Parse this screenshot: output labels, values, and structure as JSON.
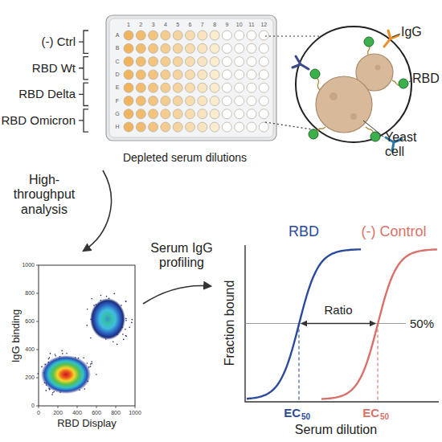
{
  "diagram": {
    "labels": [
      "(-) Ctrl",
      "RBD Wt",
      "RBD Delta",
      "RBD Omicron",
      "1",
      "2",
      "3",
      "4",
      "5",
      "6",
      "7",
      "8",
      "9",
      "10",
      "11",
      "12",
      "A",
      "B",
      "C",
      "D",
      "E",
      "F",
      "G",
      "H",
      "Depleted serum dilutions",
      "IgG",
      "RBD",
      "Yeast cell",
      "High-throughput analysis",
      "IgG binding",
      "RBD Display",
      "0",
      "200",
      "400",
      "600",
      "800",
      "1000",
      "0",
      "200",
      "400",
      "600",
      "800",
      "1000",
      "Serum IgG profiling",
      "RBD",
      "(-) Control",
      "Ratio",
      "50%",
      "Fraction bound",
      "Serum dilution",
      "EC",
      "50",
      "EC",
      "50"
    ]
  }
}
